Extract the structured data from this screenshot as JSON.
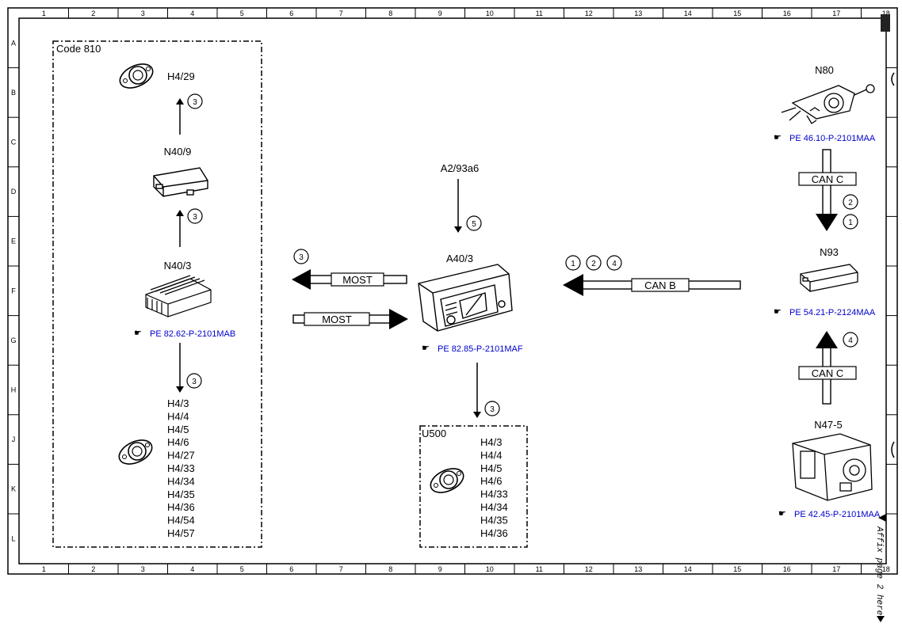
{
  "border": {
    "columns": [
      "1",
      "2",
      "3",
      "4",
      "5",
      "6",
      "7",
      "8",
      "9",
      "10",
      "11",
      "12",
      "13",
      "14",
      "15",
      "16",
      "17",
      "18"
    ],
    "rows": [
      "A",
      "B",
      "C",
      "D",
      "E",
      "F",
      "G",
      "H",
      "J",
      "K",
      "L"
    ]
  },
  "code_group": {
    "title": "Code 810",
    "speaker_top": "H4/29",
    "module_top": "N40/9",
    "module_main": "N40/3",
    "ref_main": "PE 82.62-P-2101MAB",
    "speakers_bottom": [
      "H4/3",
      "H4/4",
      "H4/5",
      "H4/6",
      "H4/27",
      "H4/33",
      "H4/34",
      "H4/35",
      "H4/36",
      "H4/54",
      "H4/57"
    ]
  },
  "u500_group": {
    "title": "U500",
    "speakers": [
      "H4/3",
      "H4/4",
      "H4/5",
      "H4/6",
      "H4/33",
      "H4/34",
      "H4/35",
      "H4/36"
    ]
  },
  "center": {
    "antenna": "A2/93a6",
    "head_unit": "A40/3",
    "ref": "PE 82.85-P-2101MAF"
  },
  "buses": {
    "most_top": "MOST",
    "most_bottom": "MOST",
    "can_b": "CAN B",
    "can_c_top": "CAN C",
    "can_c_bottom": "CAN C"
  },
  "right_modules": {
    "n80": "N80",
    "ref_n80": "PE 46.10-P-2101MAA",
    "n93": "N93",
    "ref_n93": "PE 54.21-P-2124MAA",
    "n47": "N47-5",
    "ref_n47": "PE 42.45-P-2101MAA"
  },
  "markers": {
    "n40_9_to_h4_29": "3",
    "n40_3_to_n40_9": "3",
    "n40_3_to_speakers": "3",
    "most_out": "3",
    "antenna_in": "5",
    "head_to_u500": "3",
    "can_b_a": "1",
    "can_b_b": "2",
    "can_b_c": "4",
    "can_c_top_a": "2",
    "can_c_top_b": "1",
    "can_c_bottom": "4"
  },
  "side_note": "Affix page 2 here"
}
